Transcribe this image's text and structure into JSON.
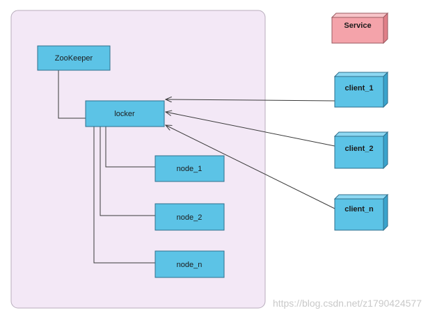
{
  "nodes": {
    "zookeeper": {
      "label": "ZooKeeper"
    },
    "locker": {
      "label": "locker"
    },
    "node_1": {
      "label": "node_1"
    },
    "node_2": {
      "label": "node_2"
    },
    "node_n": {
      "label": "node_n"
    },
    "service": {
      "label": "Service"
    },
    "client_1": {
      "label": "client_1"
    },
    "client_2": {
      "label": "client_2"
    },
    "client_n": {
      "label": "client_n"
    }
  },
  "watermark": "https://blog.csdn.net/z1790424577",
  "colors": {
    "container_fill": "#f3e8f6",
    "container_stroke": "#b8adbc",
    "node_fill": "#5cc3e6",
    "node_stroke": "#2f6f8c",
    "cube_top": "#8ed8f2",
    "cube_side": "#3aa3cc",
    "service_fill": "#f4a3aa",
    "service_top": "#f8c5ca",
    "service_side": "#e07f88",
    "line": "#3a3a3a"
  }
}
